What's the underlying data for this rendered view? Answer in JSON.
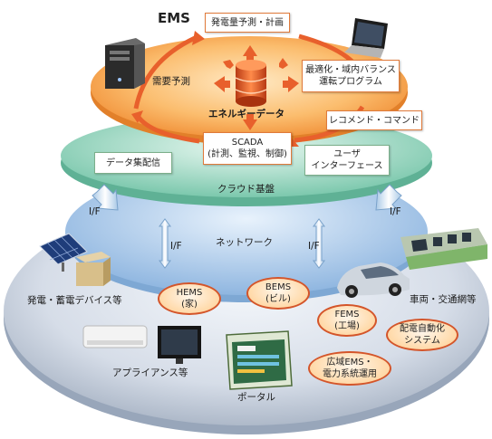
{
  "ems": {
    "title": "EMS",
    "center_label": "エネルギーデータ",
    "boxes": {
      "forecast_plan": "発電量予測・計画",
      "optimization": [
        "最適化・域内バランス",
        "運転プログラム"
      ],
      "recommend": "レコメンド・コマンド",
      "scada": [
        "SCADA",
        "(計測、監視、制御)"
      ]
    },
    "demand_label": "需要予測"
  },
  "cloud": {
    "label": "クラウド基盤",
    "boxes": {
      "data_distribution": "データ集配信",
      "user_interface": [
        "ユーザ",
        "インターフェース"
      ]
    }
  },
  "network": {
    "label": "ネットワーク",
    "if_labels": [
      "I/F",
      "I/F",
      "I/F",
      "I/F"
    ]
  },
  "base": {
    "labels": {
      "power_devices": "発電・蓄電デバイス等",
      "vehicles": "車両・交通網等",
      "appliances": "アプライアンス等",
      "portal": "ポータル"
    },
    "ovals": {
      "hems": [
        "HEMS",
        "(家)"
      ],
      "bems": [
        "BEMS",
        "(ビル)"
      ],
      "fems": [
        "FEMS",
        "(工場)"
      ],
      "distribution": [
        "配電自動化",
        "システム"
      ],
      "wide_area": [
        "広域EMS・",
        "電力系統運用"
      ]
    }
  },
  "colors": {
    "ems_layer": "#f7a24a",
    "cloud_layer": "#9fd6c4",
    "network_layer": "#a9c9ea",
    "base_layer": "#c9d2de",
    "arrow": "#e8602c"
  }
}
